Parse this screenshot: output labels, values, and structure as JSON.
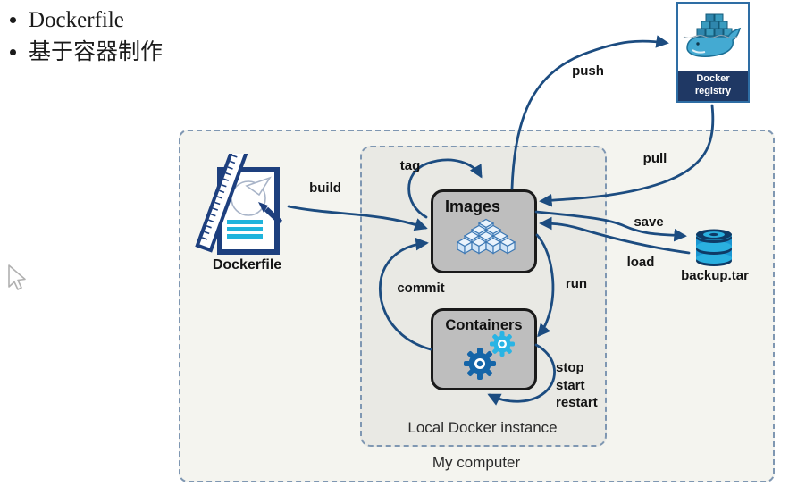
{
  "bullets": [
    "Dockerfile",
    "基于容器制作"
  ],
  "outer_group": {
    "label": "My computer"
  },
  "inner_group": {
    "label": "Local Docker instance"
  },
  "nodes": {
    "dockerfile": {
      "label": "Dockerfile"
    },
    "images": {
      "label": "Images"
    },
    "containers": {
      "label": "Containers"
    },
    "registry": {
      "line1": "Docker",
      "line2": "registry"
    },
    "backup": {
      "label": "backup.tar"
    }
  },
  "edges": {
    "build": {
      "label": "build"
    },
    "tag": {
      "label": "tag"
    },
    "push": {
      "label": "push"
    },
    "pull": {
      "label": "pull"
    },
    "save": {
      "label": "save"
    },
    "load": {
      "label": "load"
    },
    "commit": {
      "label": "commit"
    },
    "run": {
      "label": "run"
    },
    "stop_start_restart": {
      "line1": "stop",
      "line2": "start",
      "line3": "restart"
    }
  },
  "icons": {
    "dockerfile": "document-with-ruler-icon",
    "images": "isometric-cubes-icon",
    "containers": "gears-icon",
    "registry": "docker-whale-icon",
    "backup": "database-cylinder-icon",
    "cursor": "mouse-cursor-icon"
  },
  "colors": {
    "arrow": "#1c4c80",
    "dashed_border": "#7f97b2",
    "outer_bg": "#f4f4ef",
    "inner_bg": "#e9e9e4",
    "node_bg": "#bebebe",
    "node_border": "#1a1a1a",
    "registry_band": "#1f3864",
    "registry_border": "#2e6da4",
    "cyan_accent": "#29b6d8"
  }
}
